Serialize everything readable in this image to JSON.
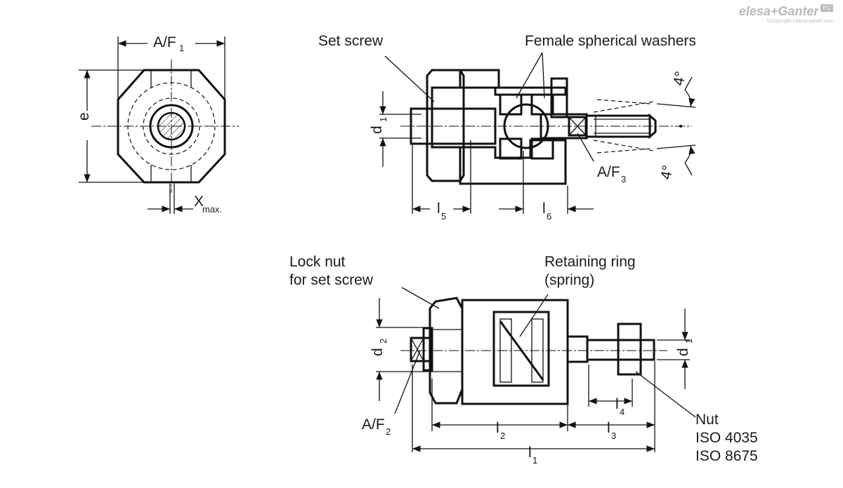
{
  "brand": {
    "name": "elesa+Ganter",
    "badge": "EG",
    "copyright": "©Copyright | elesa-ganter.com"
  },
  "top_left_view": {
    "af1": "A/F",
    "af1_sub": "1",
    "e": "e",
    "x": "X",
    "x_sub": "max."
  },
  "section_view": {
    "set_screw": "Set screw",
    "female_washers": "Female spherical washers",
    "d1": "d",
    "d1_sub": "1",
    "af3": "A/F",
    "af3_sub": "3",
    "angle_top": "4°",
    "angle_bottom": "4°",
    "l5": "l",
    "l5_sub": "5",
    "l6": "l",
    "l6_sub": "6"
  },
  "bottom_view": {
    "lock_nut_1": "Lock nut",
    "lock_nut_2": "for set screw",
    "retaining_1": "Retaining ring",
    "retaining_2": "(spring)",
    "d2": "d",
    "d2_sub": "2",
    "d1": "d",
    "d1_sub": "1",
    "af2": "A/F",
    "af2_sub": "2",
    "l1": "l",
    "l1_sub": "1",
    "l2": "l",
    "l2_sub": "2",
    "l3": "l",
    "l3_sub": "3",
    "l4": "l",
    "l4_sub": "4",
    "nut": "Nut",
    "iso1": "ISO 4035",
    "iso2": "ISO 8675"
  }
}
